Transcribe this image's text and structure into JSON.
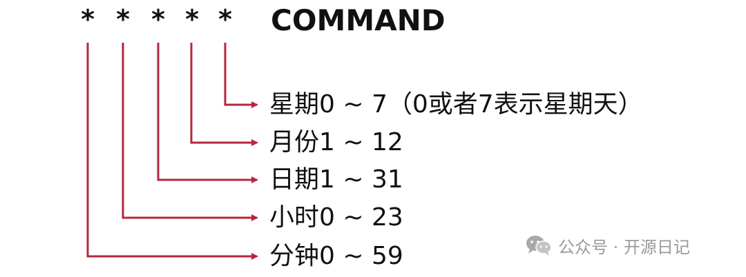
{
  "stars": [
    "*",
    "*",
    "*",
    "*",
    "*"
  ],
  "command": "COMMAND",
  "fields": [
    {
      "label": "星期0 ~ 7（0或者7表示星期天）"
    },
    {
      "label": "月份1 ~ 12"
    },
    {
      "label": "日期1 ~ 31"
    },
    {
      "label": "小时0 ~ 23"
    },
    {
      "label": "分钟0 ~ 59"
    }
  ],
  "watermark": {
    "icon": "wechat-icon",
    "text": "公众号 · 开源日记"
  },
  "colors": {
    "arrow": "#b5263a",
    "text": "#111111",
    "watermark": "#9a9a9a"
  }
}
